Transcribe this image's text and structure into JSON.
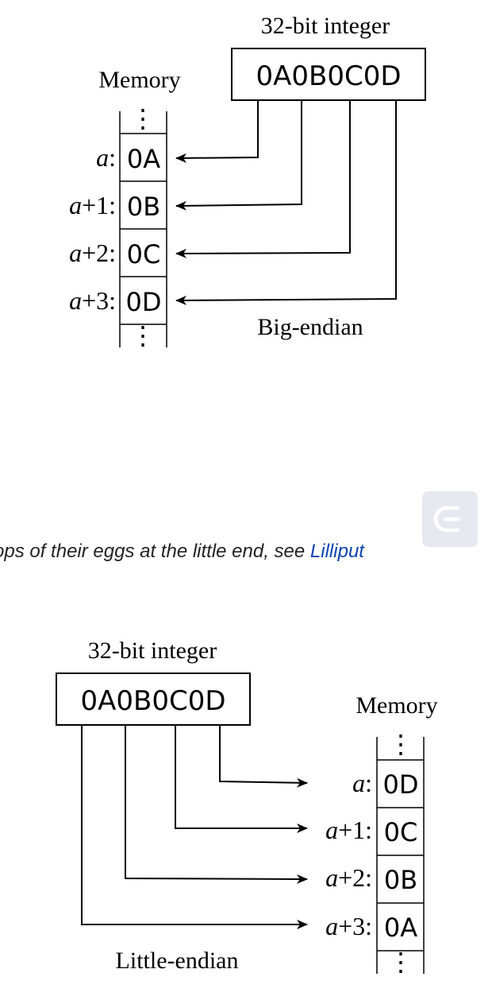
{
  "big_endian": {
    "integer_label": "32-bit integer",
    "integer_value": "0A0B0C0D",
    "memory_label": "Memory",
    "caption": "Big-endian",
    "dots": "⋮",
    "rows": [
      {
        "addr_var": "a",
        "addr_suffix": ":",
        "byte": "0A"
      },
      {
        "addr_var": "a",
        "addr_suffix": "+1:",
        "byte": "0B"
      },
      {
        "addr_var": "a",
        "addr_suffix": "+2:",
        "byte": "0C"
      },
      {
        "addr_var": "a",
        "addr_suffix": "+3:",
        "byte": "0D"
      }
    ]
  },
  "caption_text": {
    "prefix": "ops of their eggs at the little end, see ",
    "link": "Lilliput"
  },
  "edit_icon": "edit-icon",
  "little_endian": {
    "integer_label": "32-bit integer",
    "integer_value": "0A0B0C0D",
    "memory_label": "Memory",
    "caption": "Little-endian",
    "dots": "⋮",
    "rows": [
      {
        "addr_var": "a",
        "addr_suffix": ":",
        "byte": "0D"
      },
      {
        "addr_var": "a",
        "addr_suffix": "+1:",
        "byte": "0C"
      },
      {
        "addr_var": "a",
        "addr_suffix": "+2:",
        "byte": "0B"
      },
      {
        "addr_var": "a",
        "addr_suffix": "+3:",
        "byte": "0A"
      }
    ]
  }
}
